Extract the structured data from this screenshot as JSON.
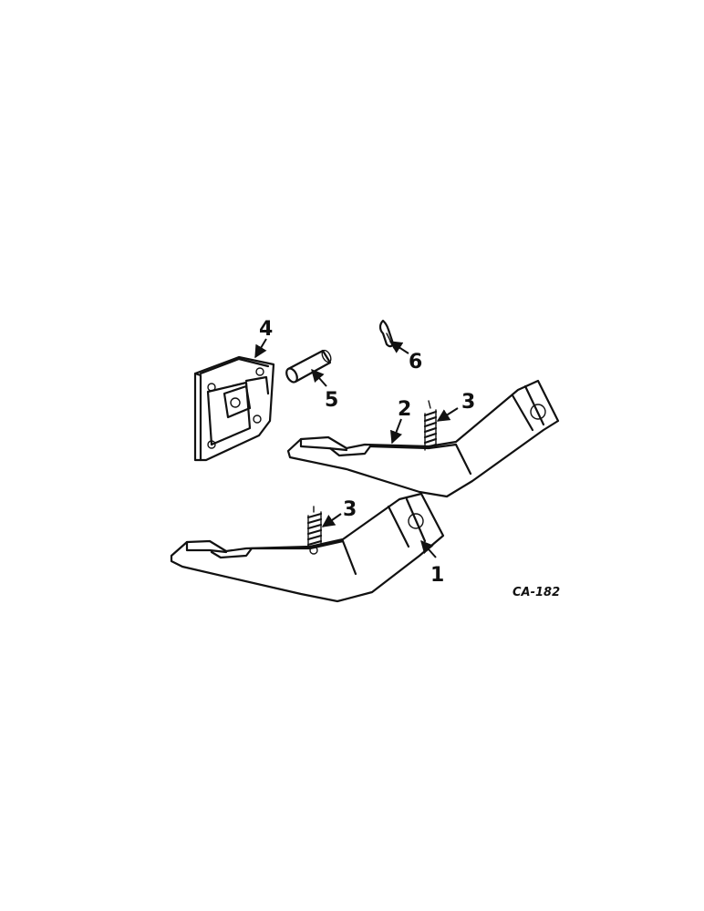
{
  "diagram": {
    "callouts": {
      "c1": "1",
      "c2": "2",
      "c3a": "3",
      "c3b": "3",
      "c4": "4",
      "c5": "5",
      "c6": "6"
    },
    "drawing_code": "CA-182"
  }
}
